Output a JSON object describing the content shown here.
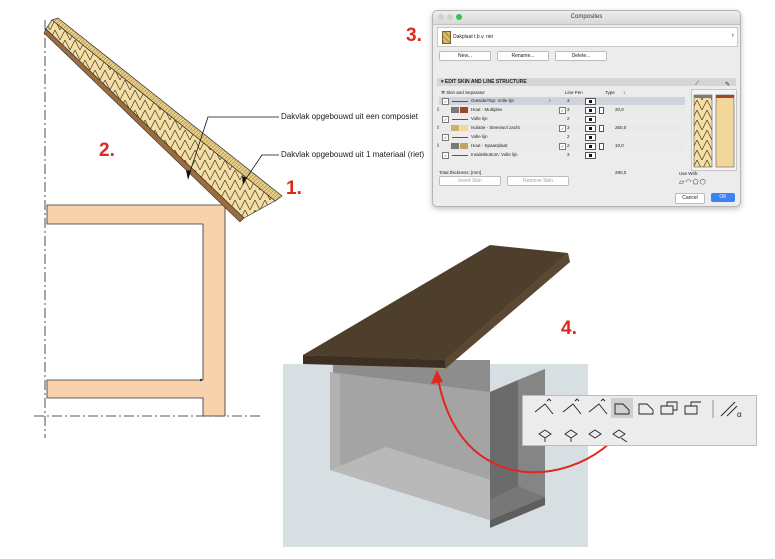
{
  "steps": {
    "s1": "1.",
    "s2": "2.",
    "s3": "3.",
    "s4": "4."
  },
  "annotations": {
    "composite": "Dakvlak opgebouwd uit een composiet",
    "single_material": "Dakvlak opgebouwd uit 1 materiaal (riet)"
  },
  "dialog": {
    "title": "Composites",
    "composite_name": "Dakplaat t.b.v. riet",
    "buttons": {
      "new": "New...",
      "rename": "Rename...",
      "delete": "Delete..."
    },
    "section_title": "EDIT SKIN AND LINE STRUCTURE",
    "columns": {
      "skin": "Skin and Separator",
      "line_pen": "Line Pen",
      "type": "Type"
    },
    "rows": [
      {
        "kind": "line",
        "name": "Outside/Top: Volle lijn",
        "pen": "3"
      },
      {
        "kind": "skin",
        "name": "Hout - Multiplex",
        "pen": "3",
        "thickness": "20,0",
        "color1": "#7a7a7a",
        "color2": "#a0442c"
      },
      {
        "kind": "line",
        "name": "Volle lijn",
        "pen": "2"
      },
      {
        "kind": "skin",
        "name": "Isolatie - Steenwol zacht",
        "pen": "3",
        "thickness": "250,0",
        "color1": "#c9b26a",
        "color2": "#f2d79b"
      },
      {
        "kind": "line",
        "name": "Volle lijn",
        "pen": "2"
      },
      {
        "kind": "skin",
        "name": "Hout - Spaanplaat",
        "pen": "2",
        "thickness": "10,0",
        "color1": "#7a7a7a",
        "color2": "#c4a36a"
      },
      {
        "kind": "line",
        "name": "Inside/Bottom: Volle lijn",
        "pen": "3"
      }
    ],
    "total_label": "Total thickness: [mm]",
    "total_value": "280,0",
    "insert_skin": "Insert Skin",
    "remove_skin": "Remove Skin",
    "use_with": "Use With:",
    "cancel": "Cancel",
    "ok": "OK"
  },
  "colors": {
    "accent_red": "#e0271d",
    "wall_fill": "#f7d2ad",
    "ok_blue": "#3b82f6",
    "roof_brown": "#4e3e2c"
  }
}
